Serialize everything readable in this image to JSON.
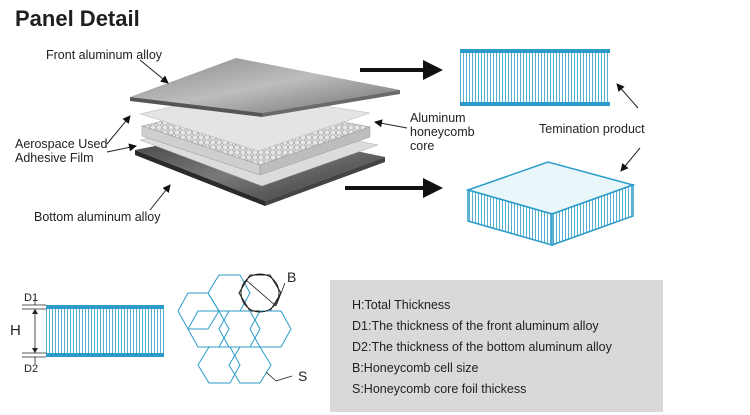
{
  "title": "Panel Detail",
  "labels": {
    "front_alloy": "Front aluminum alloy",
    "adhesive_film": "Aerospace Used\nAdhesive Film",
    "bottom_alloy": "Bottom aluminum alloy",
    "honeycomb_core": "Aluminum\nhoneycomb\ncore",
    "termination_product": "Temination product"
  },
  "dimensions": {
    "d1": "D1",
    "h": "H",
    "d2": "D2",
    "b": "B",
    "s": "S"
  },
  "legend": [
    "H:Total Thickness",
    "D1:The thickness of the front aluminum alloy",
    "D2:The thickness of the bottom aluminum alloy",
    "B:Honeycomb cell size",
    "S:Honeycomb core foil thickess"
  ],
  "colors": {
    "teal": "#2b9cc9",
    "panel_fill": "#e9f7fb",
    "legend_bg": "#d9d9d9",
    "arrow": "#111111"
  }
}
